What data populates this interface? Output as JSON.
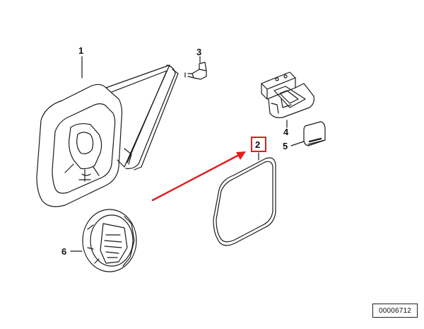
{
  "callouts": {
    "c1": "1",
    "c2": "2",
    "c3": "3",
    "c4": "4",
    "c5": "5",
    "c6": "6"
  },
  "reference_code": "00006712",
  "colors": {
    "line": "#1a1a1a",
    "highlight": "#e31c1c",
    "background": "#ffffff"
  },
  "highlighted_callout": "2"
}
